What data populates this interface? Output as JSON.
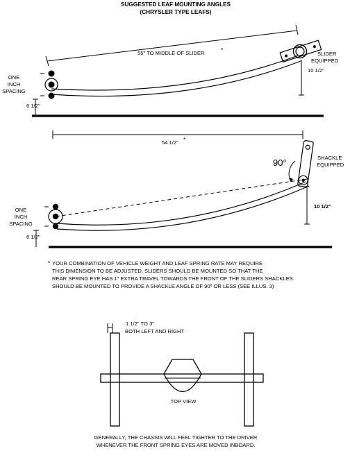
{
  "title": {
    "line1": "SUGGESTED LEAF MOUNTING ANGLES",
    "line2": "(CHRYSLER TYPE LEAFS)"
  },
  "figure1": {
    "length_label": "55\" TO MIDDLE OF SLIDER",
    "asterisk": "*",
    "slider_label_1": "SLIDER",
    "slider_label_2": "EQUIPPED",
    "height_label": "10 1/2\"",
    "spacing_label_1": "ONE",
    "spacing_label_2": "INCH",
    "spacing_label_3": "SPACING",
    "ground_label": "6 1/2\""
  },
  "figure2": {
    "length_label": "54 1/2\"",
    "asterisk": "*",
    "angle_label": "90°",
    "shackle_label_1": "SHACKLE",
    "shackle_label_2": "EQUIPPED",
    "height_label": "10 1/2\"",
    "spacing_label_1": "ONE",
    "spacing_label_2": "INCH",
    "spacing_label_3": "SPACING",
    "ground_label": "6 1/2\""
  },
  "note": {
    "asterisk": "*",
    "line1": "YOUR COMBINATION OF VEHICLE WEIGHT AND LEAF SPRING RATE MAY REQUIRE",
    "line2": "THIS DIMENSION TO BE ADJUSTED. SLIDERS SHOULD BE MOUNTED SO THAT THE",
    "line3": "REAR SPRING EYE HAS 1\" EXTRA TRAVEL TOWARDS THE FRONT OF THE SLIDERS SHACKLES",
    "line4": "SHOULD BE MOUNTED TO PROVIDE A SHACKLE ANGLE OF 90º OR LESS (SEE ILLUS. 3)"
  },
  "figure3": {
    "dim_label_1": "1 1/2\" TO 3\"",
    "dim_label_2": "BOTH  LEFT AND RIGHT",
    "view_label": "TOP VIEW",
    "caption_1": "GENERALLY, THE CHASSIS WILL FEEL TIGHTER TO THE DRIVER",
    "caption_2": "WHENEVER THE FRONT SPRING EYES ARE MOVED INBOARD."
  }
}
